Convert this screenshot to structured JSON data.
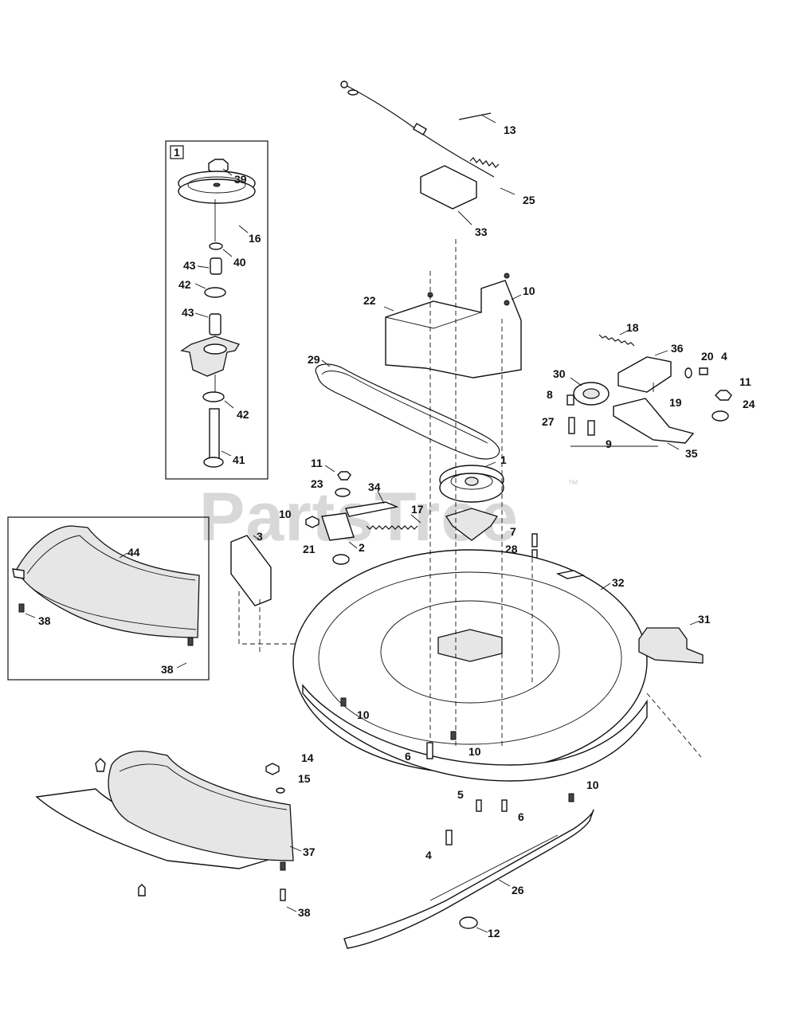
{
  "watermark": {
    "text": "PartsTree",
    "trademark": "™"
  },
  "inset_box_label": "1",
  "callouts": [
    "13",
    "25",
    "33",
    "10",
    "22",
    "18",
    "36",
    "20",
    "4",
    "29",
    "30",
    "8",
    "19",
    "11",
    "24",
    "27",
    "9",
    "35",
    "1",
    "11",
    "23",
    "34",
    "10",
    "17",
    "3",
    "2",
    "21",
    "7",
    "28",
    "32",
    "31",
    "10",
    "10",
    "6",
    "14",
    "15",
    "5",
    "6",
    "10",
    "4",
    "26",
    "12",
    "37",
    "38",
    "39",
    "16",
    "40",
    "43",
    "42",
    "43",
    "42",
    "41",
    "44",
    "38",
    "38"
  ]
}
